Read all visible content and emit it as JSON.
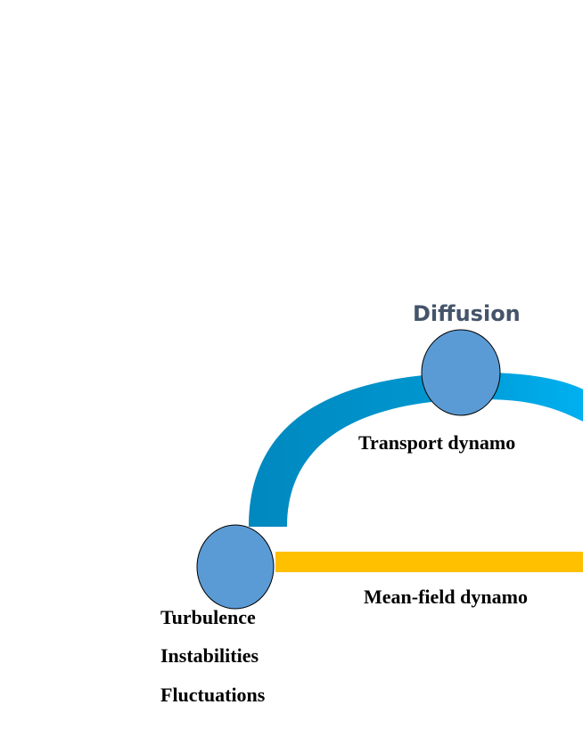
{
  "nodes": {
    "diffusion": "Diffusion",
    "transport": "Transport dynamo",
    "mean_field": "Mean-field dynamo",
    "turbulence": "Turbulence",
    "instabilities": "Instabilities",
    "fluctuations": "Fluctuations"
  },
  "colors": {
    "title": "#44546a",
    "node_fill": "#5b9bd5",
    "node_stroke": "#000000",
    "arc_dark": "#0088bf",
    "arc_light": "#00b0f0",
    "bar": "#ffc000"
  }
}
